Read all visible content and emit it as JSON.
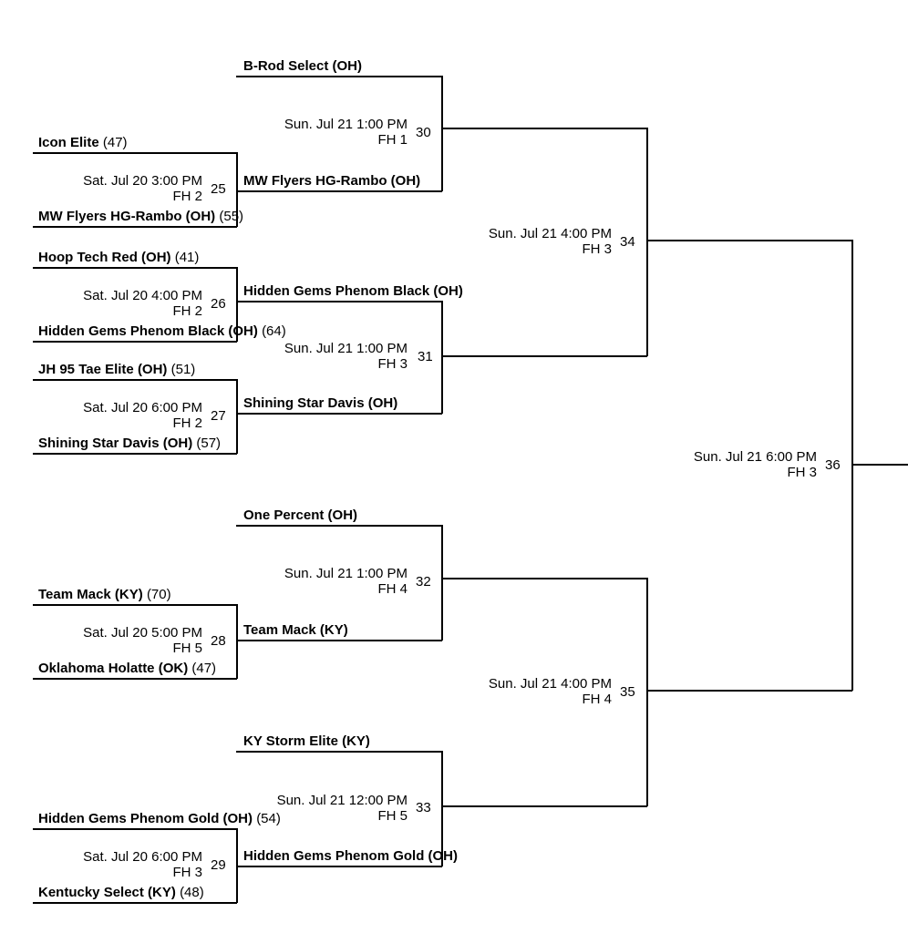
{
  "bracket": {
    "round1": [
      {
        "game": "25",
        "date": "Sat. Jul 20 3:00 PM",
        "court": "FH 2",
        "top": {
          "name": "Icon Elite",
          "score": "(47)"
        },
        "bottom": {
          "name": "MW Flyers HG-Rambo (OH)",
          "score": "(55)"
        }
      },
      {
        "game": "26",
        "date": "Sat. Jul 20 4:00 PM",
        "court": "FH 2",
        "top": {
          "name": "Hoop Tech Red (OH)",
          "score": "(41)"
        },
        "bottom": {
          "name": "Hidden Gems Phenom Black (OH)",
          "score": "(64)"
        }
      },
      {
        "game": "27",
        "date": "Sat. Jul 20 6:00 PM",
        "court": "FH 2",
        "top": {
          "name": "JH 95 Tae Elite (OH)",
          "score": "(51)"
        },
        "bottom": {
          "name": "Shining Star Davis (OH)",
          "score": "(57)"
        }
      },
      {
        "game": "28",
        "date": "Sat. Jul 20 5:00 PM",
        "court": "FH 5",
        "top": {
          "name": "Team Mack (KY)",
          "score": "(70)"
        },
        "bottom": {
          "name": "Oklahoma Holatte (OK)",
          "score": "(47)"
        }
      },
      {
        "game": "29",
        "date": "Sat. Jul 20 6:00 PM",
        "court": "FH 3",
        "top": {
          "name": "Hidden Gems Phenom Gold (OH)",
          "score": "(54)"
        },
        "bottom": {
          "name": "Kentucky Select (KY)",
          "score": "(48)"
        }
      }
    ],
    "round2": [
      {
        "game": "30",
        "date": "Sun. Jul 21 1:00 PM",
        "court": "FH 1",
        "top": {
          "name": "B-Rod Select (OH)"
        },
        "bottom": {
          "name": "MW Flyers HG-Rambo (OH)"
        }
      },
      {
        "game": "31",
        "date": "Sun. Jul 21 1:00 PM",
        "court": "FH 3",
        "top": {
          "name": "Hidden Gems Phenom Black (OH)"
        },
        "bottom": {
          "name": "Shining Star Davis (OH)"
        }
      },
      {
        "game": "32",
        "date": "Sun. Jul 21 1:00 PM",
        "court": "FH 4",
        "top": {
          "name": "One Percent (OH)"
        },
        "bottom": {
          "name": "Team Mack (KY)"
        }
      },
      {
        "game": "33",
        "date": "Sun. Jul 21 12:00 PM",
        "court": "FH 5",
        "top": {
          "name": "KY Storm Elite (KY)"
        },
        "bottom": {
          "name": "Hidden Gems Phenom Gold (OH)"
        }
      }
    ],
    "round3": [
      {
        "game": "34",
        "date": "Sun. Jul 21 4:00 PM",
        "court": "FH 3"
      },
      {
        "game": "35",
        "date": "Sun. Jul 21 4:00 PM",
        "court": "FH 4"
      }
    ],
    "round4": [
      {
        "game": "36",
        "date": "Sun. Jul 21 6:00 PM",
        "court": "FH 3"
      }
    ]
  }
}
